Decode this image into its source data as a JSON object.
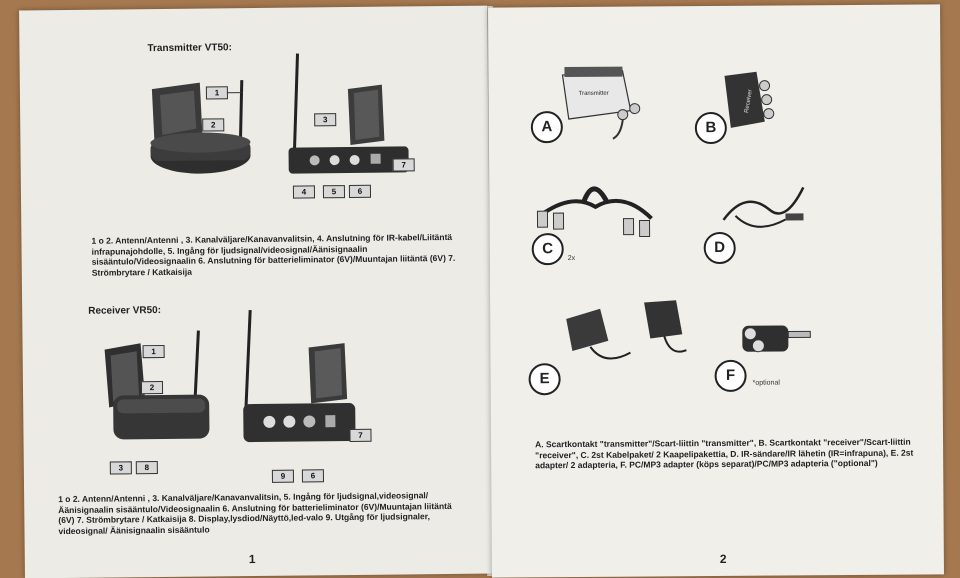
{
  "left": {
    "transmitter_title": "Transmitter VT50:",
    "transmitter_caption": "1 o 2. Antenn/Antenni , 3. Kanalväljare/Kanavanvalitsin, 4. Anslutning för IR-kabel/Liitäntä infrapunajohdolle, 5. Ingång för ljudsignal/videosignal/Äänisignaalin sisääntulo/Videosignaalin 6. Anslutning för batterieliminator (6V)/Muuntajan liitäntä (6V) 7. Strömbrytare / Katkaisija",
    "receiver_title": "Receiver VR50:",
    "receiver_caption": "1 o 2. Antenn/Antenni , 3. Kanalväljare/Kanavanvalitsin, 5. Ingång för ljudsignal,videosignal/ Äänisignaalin sisääntulo/Videosignaalin 6. Anslutning för batterieliminator (6V)/Muuntajan liitäntä (6V) 7. Strömbrytare / Katkaisija 8. Display,lysdiod/Näyttö,led-valo 9. Utgång för ljudsignaler, videosignal/ Äänisignaalin sisääntulo",
    "page_number": "1",
    "tx_callouts": [
      "1",
      "2",
      "3",
      "4",
      "5",
      "6",
      "7"
    ],
    "rx_callouts": [
      "1",
      "2",
      "3",
      "8",
      "7",
      "9",
      "6"
    ]
  },
  "right": {
    "letters": [
      "A",
      "B",
      "C",
      "D",
      "E",
      "F"
    ],
    "note_2x": "2x",
    "note_optional": "*optional",
    "caption": "A. Scartkontakt \"transmitter\"/Scart-liittin \"transmitter\", B. Scartkontakt \"receiver\"/Scart-liittin \"receiver\", C. 2st Kabelpaket/ 2 Kaapelipakettia, D. IR-sändare/IR lähetin (IR=infrapuna), E. 2st adapter/ 2 adapteria, F. PC/MP3 adapter (köps separat)/PC/MP3 adapteria (\"optional\")",
    "page_number": "2",
    "scart_a_label": "Transmitter",
    "scart_b_label": "Receiver"
  }
}
